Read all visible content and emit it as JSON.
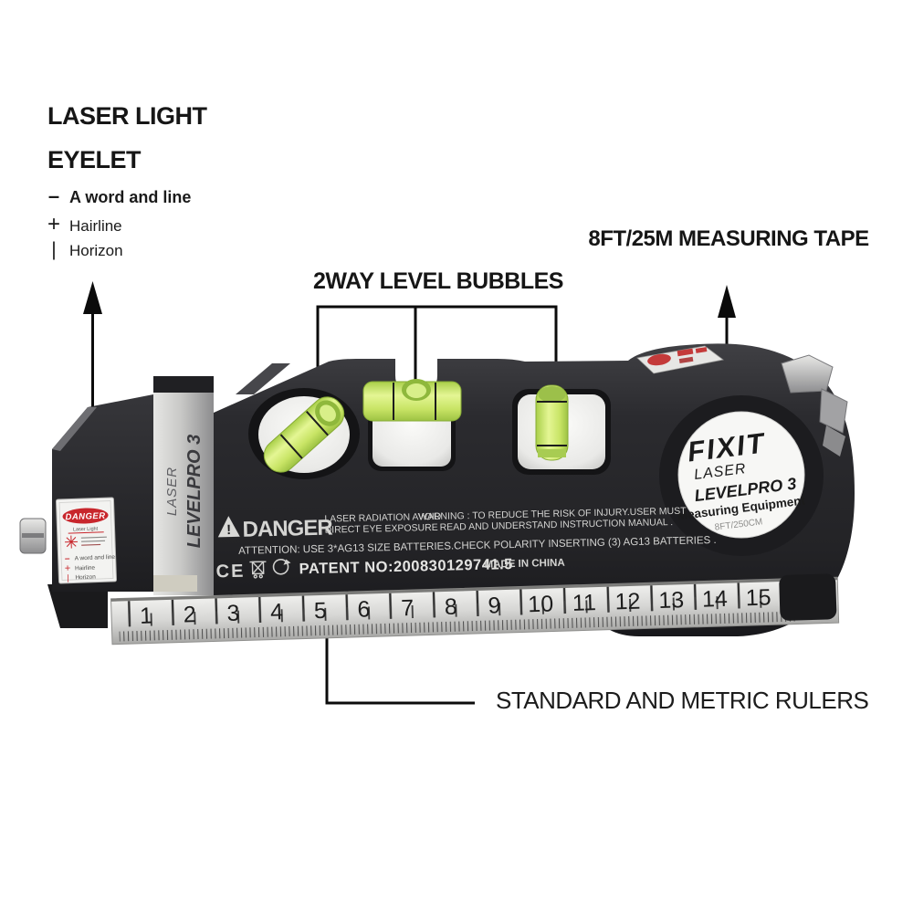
{
  "annotations": {
    "laser_light": "LASER LIGHT",
    "eyelet": "EYELET",
    "legend": [
      {
        "symbol": "–",
        "label": "A word and line"
      },
      {
        "symbol": "+",
        "label": "Hairline"
      },
      {
        "symbol": "|",
        "label": "Horizon"
      }
    ],
    "level_bubbles": "2WAY LEVEL BUBBLES",
    "measuring_tape": "8FT/25M MEASURING TAPE",
    "rulers": "STANDARD AND METRIC RULERS"
  },
  "device": {
    "side_band": {
      "line1": "LASER",
      "line2": "LEVELPRO 3"
    },
    "danger_sticker": {
      "title": "DANGER",
      "subtitle": "Laser Light",
      "items": [
        {
          "symbol": "–",
          "label": "A word and line"
        },
        {
          "symbol": "+",
          "label": "Hairline"
        },
        {
          "symbol": "|",
          "label": "Horizon"
        }
      ]
    },
    "warning_block": {
      "danger_word": "DANGER",
      "radiation_line1": "LASER RADIATION AVOID",
      "radiation_line2": "DIRECT EYE EXPOSURE",
      "warning_line1": "WARNING : TO REDUCE THE RISK OF INJURY.USER MUST",
      "warning_line2": "READ AND UNDERSTAND INSTRUCTION MANUAL  .",
      "attention_line": "ATTENTION: USE 3*AG13 SIZE BATTERIES.CHECK POLARITY INSERTING (3) AG13 BATTERIES .",
      "ce_mark": "CE",
      "exclamation": "!",
      "patent": "PATENT NO:200830129741.5",
      "made_in": "MADE IN CHINA"
    },
    "reel_label": {
      "brand": "FIXIT",
      "line2": "LASER",
      "line3": "LEVELPRO 3",
      "line4": "Measuring Equipment",
      "line5": "8FT/250CM"
    },
    "ruler": {
      "numbers": [
        "1",
        "2",
        "3",
        "4",
        "5",
        "6",
        "7",
        "8",
        "9",
        "10",
        "11",
        "12",
        "13",
        "14",
        "15"
      ]
    }
  },
  "colors": {
    "body_dark": "#232326",
    "vial_green": "#cdea67",
    "danger_red": "#c8262c",
    "ruler_silver": "#d9d9d7",
    "ink": "#111111"
  }
}
